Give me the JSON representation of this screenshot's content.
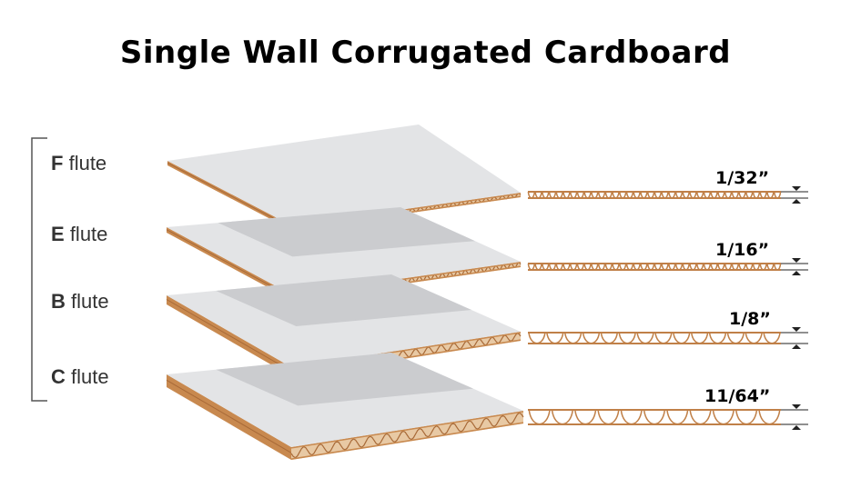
{
  "title": "Single Wall Corrugated Cardboard",
  "flutes": [
    {
      "letter": "F",
      "word": "flute",
      "thickness": "1/32”"
    },
    {
      "letter": "E",
      "word": "flute",
      "thickness": "1/16”"
    },
    {
      "letter": "B",
      "word": "flute",
      "thickness": "1/8”"
    },
    {
      "letter": "C",
      "word": "flute",
      "thickness": "11/64”"
    }
  ],
  "colors": {
    "kraft": "#c8894f",
    "kraft_dark": "#a86a38",
    "face": "#e3e4e6",
    "face_shade": "#cbcccf",
    "line": "#c08048"
  }
}
